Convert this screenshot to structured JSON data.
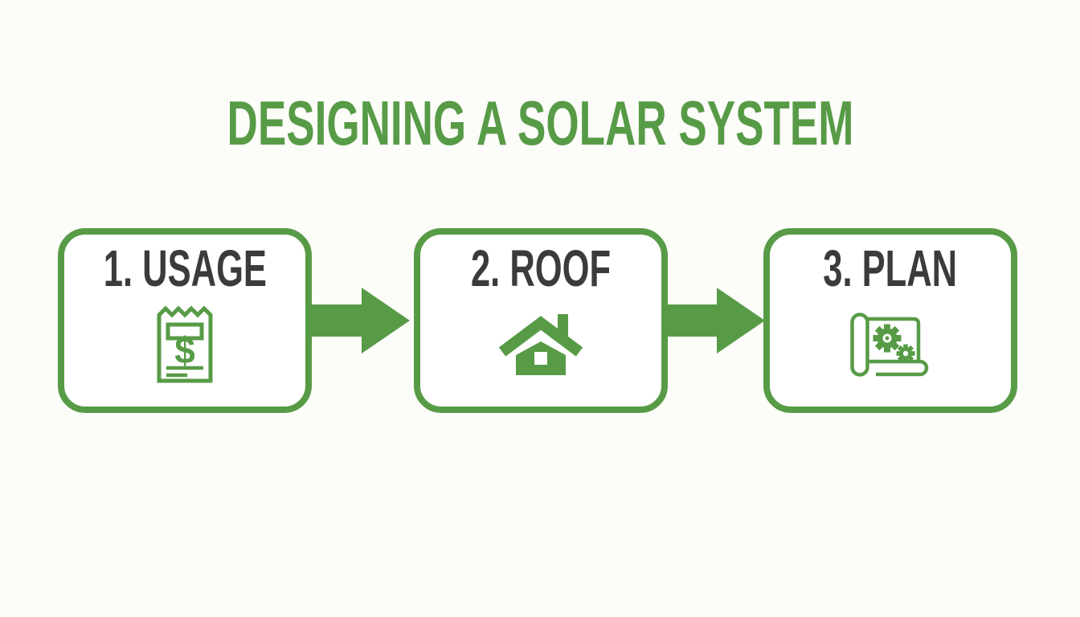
{
  "title": "DESIGNING A SOLAR SYSTEM",
  "colors": {
    "accent_green": "#579b46",
    "label_dark": "#3b3b3b",
    "background": "#fcfcf9"
  },
  "steps": [
    {
      "label": "1. USAGE",
      "icon": "utility-bill-dollar-icon",
      "dollar_glyph": "$"
    },
    {
      "label": "2. ROOF",
      "icon": "house-icon"
    },
    {
      "label": "3. PLAN",
      "icon": "blueprint-gears-icon"
    }
  ],
  "connectors": [
    {
      "icon": "arrow-right-icon"
    },
    {
      "icon": "arrow-right-icon"
    }
  ]
}
